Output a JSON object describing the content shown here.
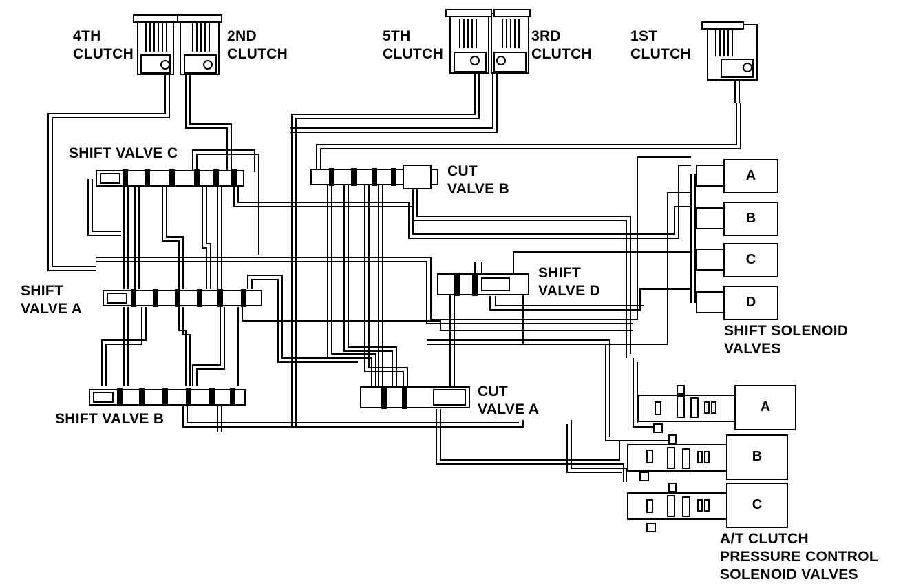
{
  "clutches": [
    {
      "id": "4th",
      "line1": "4TH",
      "line2": "CLUTCH"
    },
    {
      "id": "2nd",
      "line1": "2ND",
      "line2": "CLUTCH"
    },
    {
      "id": "5th",
      "line1": "5TH",
      "line2": "CLUTCH"
    },
    {
      "id": "3rd",
      "line1": "3RD",
      "line2": "CLUTCH"
    },
    {
      "id": "1st",
      "line1": "1ST",
      "line2": "CLUTCH"
    }
  ],
  "valves": {
    "shift_c": "SHIFT VALVE C",
    "shift_a_1": "SHIFT",
    "shift_a_2": "VALVE A",
    "shift_b": "SHIFT VALVE B",
    "shift_d_1": "SHIFT",
    "shift_d_2": "VALVE D",
    "cut_b_1": "CUT",
    "cut_b_2": "VALVE B",
    "cut_a_1": "CUT",
    "cut_a_2": "VALVE A"
  },
  "shift_solenoids": {
    "letters": [
      "A",
      "B",
      "C",
      "D"
    ],
    "label_1": "SHIFT SOLENOID",
    "label_2": "VALVES"
  },
  "pressure_solenoids": {
    "letters": [
      "A",
      "B",
      "C"
    ],
    "label_1": "A/T CLUTCH",
    "label_2": "PRESSURE CONTROL",
    "label_3": "SOLENOID VALVES"
  }
}
